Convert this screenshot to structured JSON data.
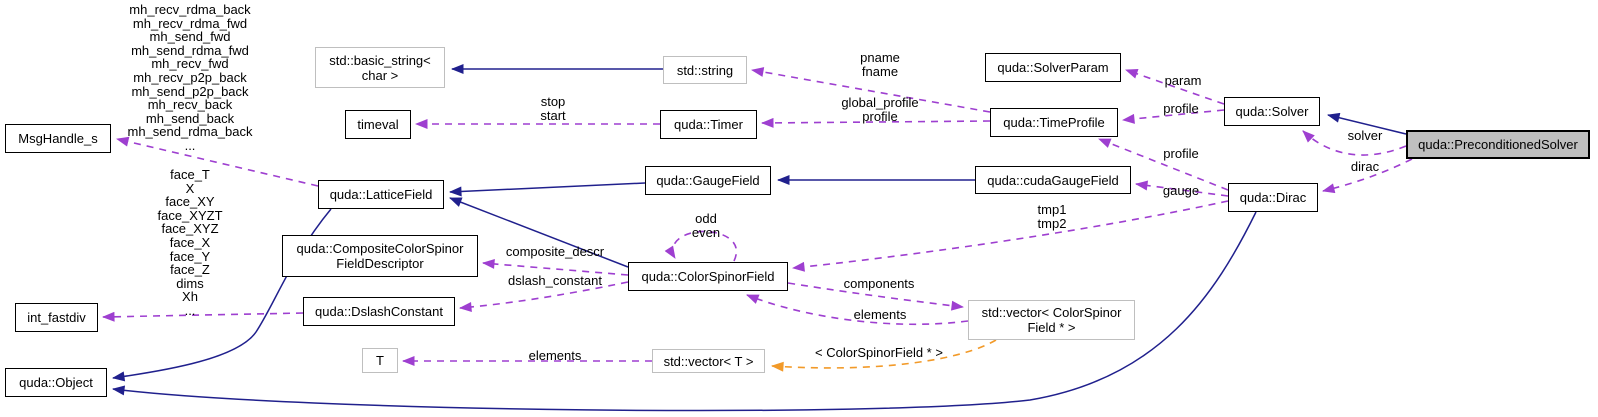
{
  "diagram_title": "quda::PreconditionedSolver collaboration graph",
  "colors": {
    "inheritance_arrow": "#20208d",
    "usage_arrow": "#9e3fd0",
    "template_arrow": "#f29a29",
    "node_border": "#000000",
    "external_node_border": "#bfbfbf",
    "highlight_node_fill": "#bfbfbf",
    "background": "#ffffff"
  },
  "nodes": {
    "msghandle": {
      "label": "MsgHandle_s"
    },
    "int_fastdiv": {
      "label": "int_fastdiv"
    },
    "object": {
      "label": "quda::Object"
    },
    "basic_string": {
      "label": "std::basic_string<\nchar >"
    },
    "timeval": {
      "label": "timeval"
    },
    "lattice_field": {
      "label": "quda::LatticeField"
    },
    "composite_descriptor": {
      "label": "quda::CompositeColorSpinor\nFieldDescriptor"
    },
    "dslash_constant": {
      "label": "quda::DslashConstant"
    },
    "t": {
      "label": "T"
    },
    "vector_t": {
      "label": "std::vector< T >"
    },
    "color_spinor_field": {
      "label": "quda::ColorSpinorField"
    },
    "vector_color_spinor": {
      "label": "std::vector< ColorSpinor\nField * >"
    },
    "gauge_field": {
      "label": "quda::GaugeField"
    },
    "cuda_gauge_field": {
      "label": "quda::cudaGaugeField"
    },
    "string": {
      "label": "std::string"
    },
    "timer": {
      "label": "quda::Timer"
    },
    "solver_param": {
      "label": "quda::SolverParam"
    },
    "time_profile": {
      "label": "quda::TimeProfile"
    },
    "solver": {
      "label": "quda::Solver"
    },
    "dirac": {
      "label": "quda::Dirac"
    },
    "preconditioned_solver": {
      "label": "quda::PreconditionedSolver"
    }
  },
  "edge_labels": {
    "mh_fields": {
      "text": "mh_recv_rdma_back\nmh_recv_rdma_fwd\nmh_send_fwd\nmh_send_rdma_fwd\nmh_recv_fwd\nmh_recv_p2p_back\nmh_send_p2p_back\nmh_recv_back\nmh_send_back\nmh_send_rdma_back\n..."
    },
    "face_fields": {
      "text": "face_T\nX\nface_XY\nface_XYZT\nface_XYZ\nface_X\nface_Y\nface_Z\ndims\nXh\n..."
    },
    "stop_start": {
      "text": "stop\nstart"
    },
    "pname_fname": {
      "text": "pname\nfname"
    },
    "global_profile": {
      "text": "global_profile\nprofile"
    },
    "param": {
      "text": "param"
    },
    "profile_solver": {
      "text": "profile"
    },
    "profile_dirac": {
      "text": "profile"
    },
    "gauge": {
      "text": "gauge"
    },
    "tmp": {
      "text": "tmp1\ntmp2"
    },
    "odd_even": {
      "text": "odd\neven"
    },
    "solver_member": {
      "text": "solver"
    },
    "dirac_member": {
      "text": "dirac"
    },
    "composite_descr": {
      "text": "composite_descr"
    },
    "dslash_constant_member": {
      "text": "dslash_constant"
    },
    "components": {
      "text": "components"
    },
    "elements_vector_csf": {
      "text": "elements"
    },
    "elements_vector_t": {
      "text": "elements"
    },
    "template_args": {
      "text": "< ColorSpinorField * >"
    }
  }
}
